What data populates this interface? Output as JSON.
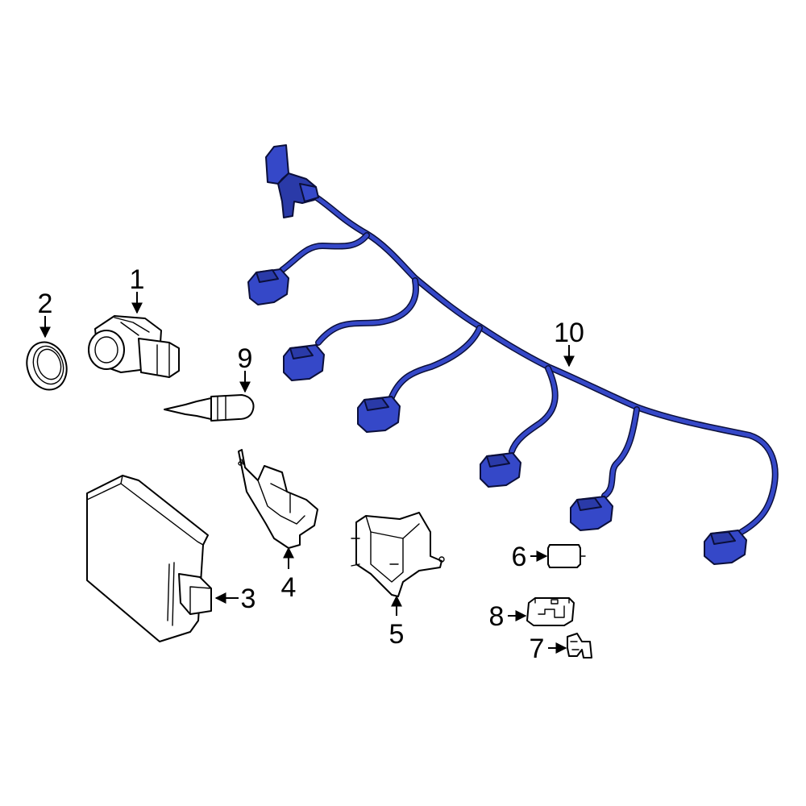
{
  "colors": {
    "highlight": "#3548c8",
    "highlight_dark": "#2a3aa8",
    "line": "#000000",
    "background": "#ffffff"
  },
  "callouts": {
    "c1": "1",
    "c2": "2",
    "c3": "3",
    "c4": "4",
    "c5": "5",
    "c6": "6",
    "c7": "7",
    "c8": "8",
    "c9": "9",
    "c10": "10"
  }
}
